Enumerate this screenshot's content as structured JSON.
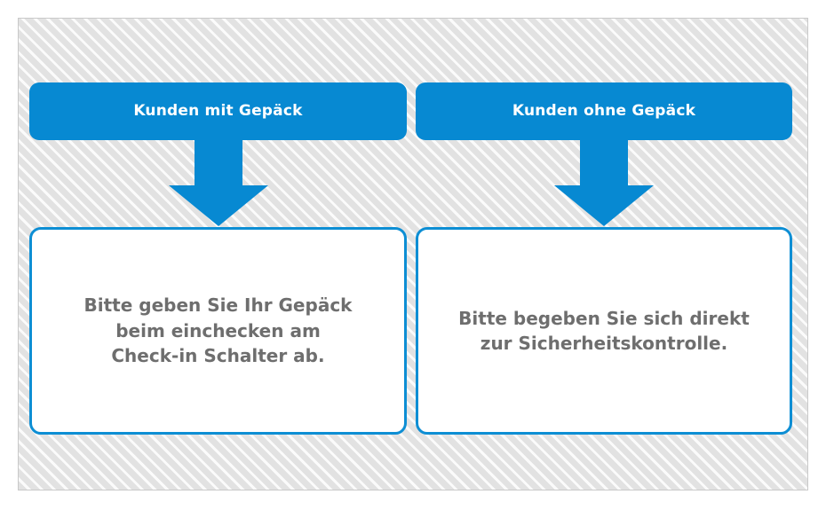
{
  "palette": {
    "accent_blue": "#0789d2",
    "card_border_blue": "#0d8ed4",
    "body_text_gray": "#6e6e6e",
    "hatch_gray": "#e2e2e2",
    "hatch_stripe": "#fbfbfb",
    "panel_border": "#c9c9c9",
    "page_background": "#ffffff",
    "header_text": "#ffffff"
  },
  "diagram": {
    "type": "two-branch-flowchart",
    "columns": [
      {
        "id": "mit-gepaeck",
        "header": "Kunden mit Gepäck",
        "connector": "down-arrow",
        "body": "Bitte geben Sie Ihr Gepäck\nbeim einchecken am\nCheck-in Schalter ab.",
        "body_lines": [
          "Bitte geben Sie Ihr Gepäck",
          "beim einchecken am",
          "Check-in Schalter ab."
        ]
      },
      {
        "id": "ohne-gepaeck",
        "header": "Kunden ohne Gepäck",
        "connector": "down-arrow",
        "body": "Bitte begeben Sie sich direkt\nzur Sicherheitskontrolle.",
        "body_lines": [
          "Bitte begeben Sie sich direkt",
          "zur Sicherheitskontrolle."
        ]
      }
    ]
  }
}
